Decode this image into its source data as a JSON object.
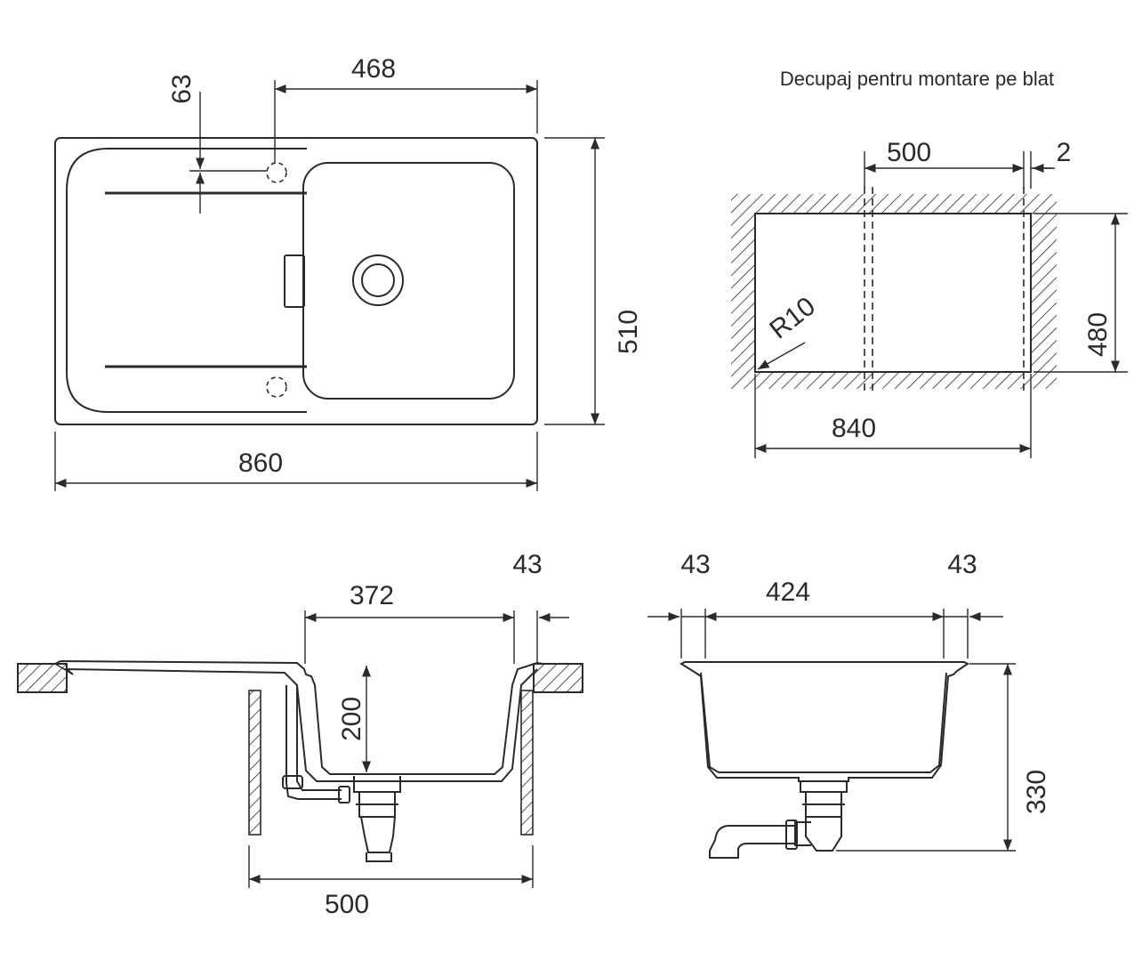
{
  "cutout_title": "Decupaj pentru montare pe blat",
  "top_view": {
    "drain_offset": "63",
    "bowl_width": "468",
    "overall_depth": "510",
    "overall_width": "860"
  },
  "cutout": {
    "inner_width": "500",
    "gap": "2",
    "radius": "R10",
    "depth": "480",
    "width": "840"
  },
  "side_view": {
    "bowl_inner": "372",
    "rim": "43",
    "bowl_depth": "200",
    "cabinet_width": "500"
  },
  "front_view": {
    "rim_left": "43",
    "bowl_inner": "424",
    "rim_right": "43",
    "height": "330"
  }
}
